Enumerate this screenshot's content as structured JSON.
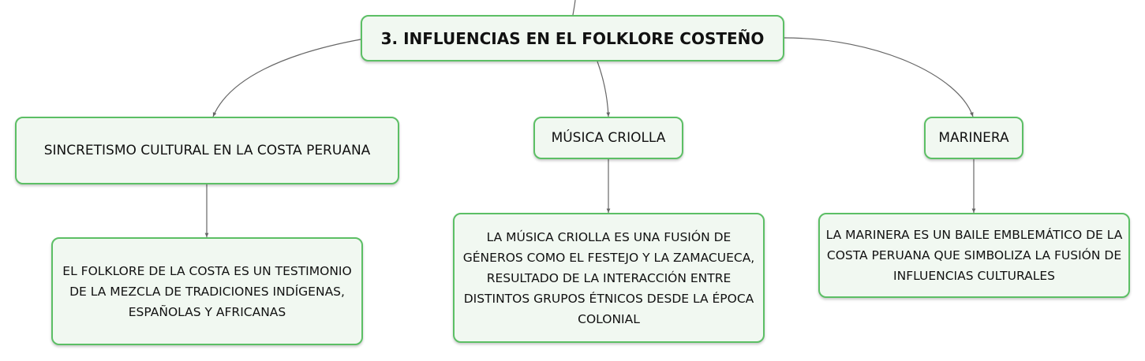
{
  "root": {
    "label": "3. INFLUENCIAS EN EL FOLKLORE COSTEÑO"
  },
  "branches": [
    {
      "label": "SINCRETISMO CULTURAL EN LA COSTA PERUANA",
      "detail": "EL FOLKLORE DE LA COSTA ES UN TESTIMONIO DE LA MEZCLA DE TRADICIONES INDÍGENAS, ESPAÑOLAS Y AFRICANAS"
    },
    {
      "label": "MÚSICA CRIOLLA",
      "detail": "LA MÚSICA CRIOLLA ES UNA FUSIÓN DE GÉNEROS COMO EL FESTEJO Y LA ZAMACUECA, RESULTADO DE LA INTERACCIÓN ENTRE DISTINTOS GRUPOS ÉTNICOS DESDE LA ÉPOCA COLONIAL"
    },
    {
      "label": "MARINERA",
      "detail": "LA MARINERA ES UN BAILE EMBLEMÁTICO DE LA COSTA PERUANA QUE SIMBOLIZA LA FUSIÓN DE INFLUENCIAS CULTURALES"
    }
  ],
  "colors": {
    "node_border": "#5cbf65",
    "node_fill": "#f1f8f1",
    "connector": "#666666"
  }
}
